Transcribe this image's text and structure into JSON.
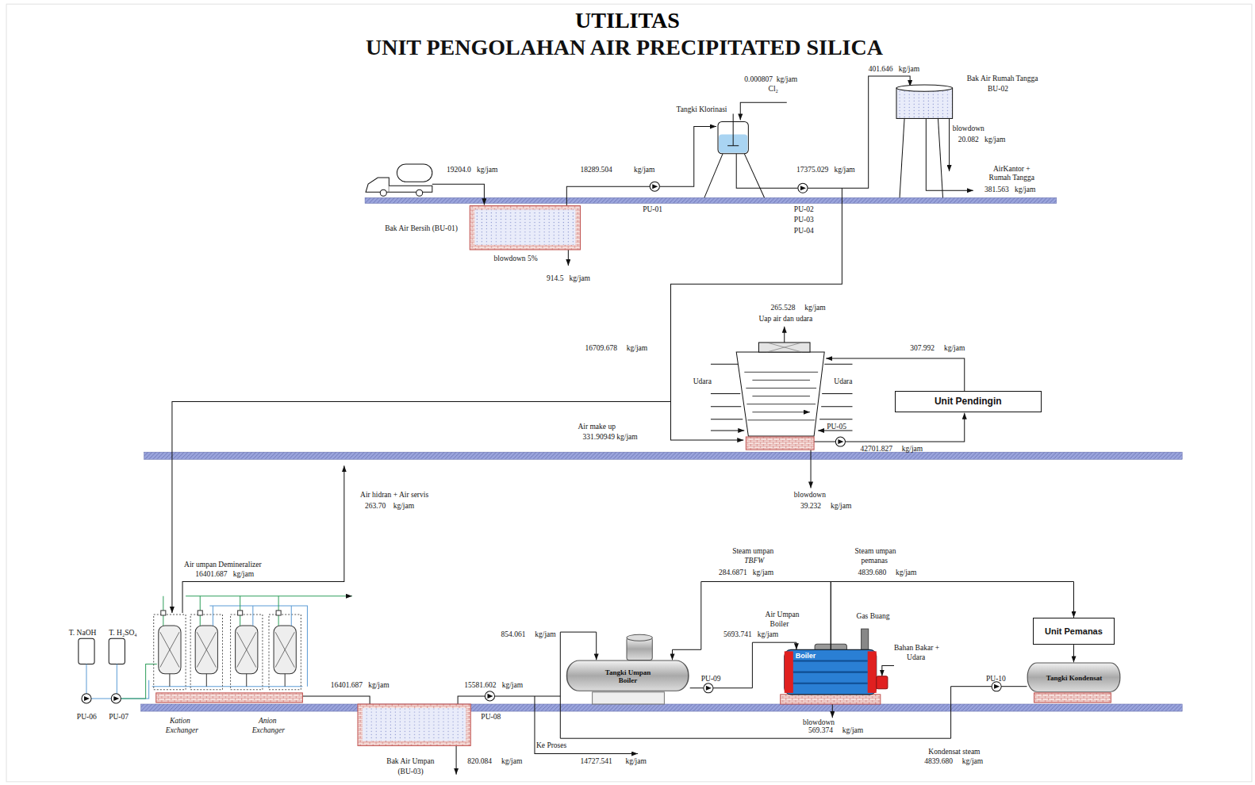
{
  "diagram": {
    "title": "UTILITAS",
    "nodes": [
      {
        "text": [
          "Unit Pendingin"
        ]
      },
      {
        "text": [
          "Unit Pemanas"
        ]
      },
      {
        "text": [
          "Tangki Umpan Boiler"
        ]
      },
      {
        "text": [
          "Boiler"
        ]
      },
      {
        "text": [
          "Tangki Kondensat"
        ]
      }
    ],
    "edges": [
      {
        "from": 3,
        "to": 1,
        "arrow": "to"
      },
      {
        "from": 3,
        "to": 2,
        "arrow": "to"
      },
      {
        "from": 2,
        "to": 3,
        "arrow": "to"
      },
      {
        "from": 1,
        "to": 4,
        "arrow": "to"
      },
      {
        "from": 4,
        "to": 2,
        "arrow": "to"
      }
    ],
    "labels": [
      "UNIT PENGOLAHAN AIR PRECIPITATED SILICA",
      "0.000807  kg/jam",
      "Cl₂",
      "Tangki Klorinasi",
      "401.646   kg/jam",
      "Bak Air Rumah Tangga",
      "BU-02",
      "blowdown",
      "20.082   kg/jam",
      "AirKantor + Rumah Tangga",
      "381.563   kg/jam",
      "19204.0   kg/jam",
      "18289.504",
      "kg/jam",
      "17375.029   kg/jam",
      "PU-01",
      "PU-02",
      "PU-03",
      "PU-04",
      "Bak Air Bersih (BU-01)",
      "blowdown 5%",
      "914.5   kg/jam",
      "265.528     kg/jam",
      "Uap air dan udara",
      "307.992     kg/jam",
      "16709.678     kg/jam",
      "Udara",
      "Udara",
      "Air make up",
      "331.90949 kg/jam",
      "PU-05",
      "42701.827     kg/jam",
      "blowdown",
      "39.232     kg/jam",
      "Air hidran + Air servis",
      "263.70    kg/jam",
      "Air umpan Demineralizer",
      "16401.687   kg/jam",
      "Steam umpan",
      "TBFW",
      "284.6871   kg/jam",
      "Steam umpan",
      "pemanas",
      "4839.680     kg/jam",
      "Gas Buang",
      "Air Umpan",
      "Boiler",
      "5693.741   kg/jam",
      "854.061     kg/jam",
      "Bahan Bakar +",
      "Udara",
      "T. NaOH",
      "T. H₂SO₄",
      "16401.687   kg/jam",
      "15581.602   kg/jam",
      "PU-09",
      "PU-10",
      "PU-08",
      "PU-06",
      "PU-07",
      "Kation",
      "Exchanger",
      "Anion",
      "Exchanger",
      "blowdown",
      "569.374     kg/jam",
      "Ke Proses",
      "14727.541       kg/jam",
      "820.084     kg/jam",
      "Bak Air Umpan",
      "(BU-03)",
      "Kondensat steam",
      "4839.680     kg/jam"
    ]
  }
}
